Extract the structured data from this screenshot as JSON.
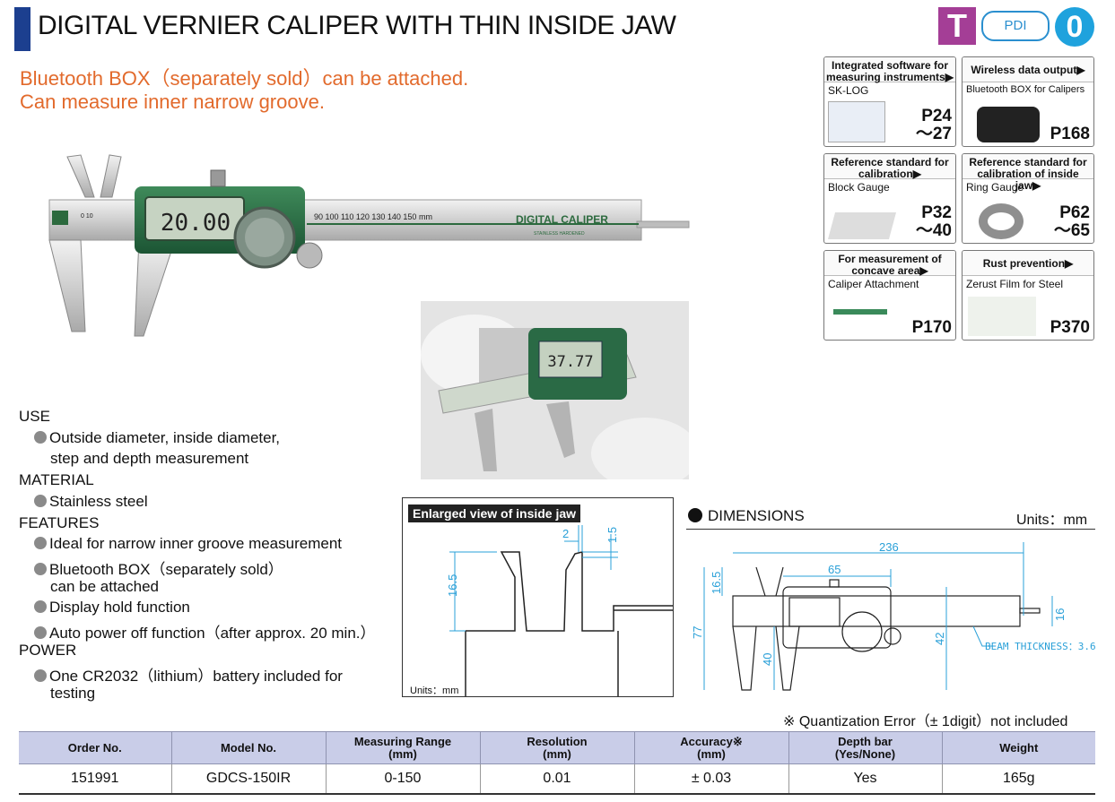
{
  "header": {
    "title": "DIGITAL VERNIER CALIPER WITH THIN INSIDE JAW",
    "tagline_1": "Bluetooth BOX（separately sold）can be attached.",
    "tagline_2": "Can measure inner narrow groove."
  },
  "badges": {
    "t": "T",
    "pdi": "PDI",
    "o": "0"
  },
  "product_photo": {
    "lcd_reading": "20.00",
    "brand_text": "DIGITAL CALIPER",
    "brand_sub": "STAINLESS HARDENED",
    "scale_labels": [
      "0",
      "10",
      "90",
      "100",
      "110",
      "120",
      "130",
      "140",
      "150",
      "mm"
    ]
  },
  "hand_photo": {
    "lcd_reading": "37.77"
  },
  "references": [
    {
      "head": "Integrated software for measuring instruments▶",
      "sub": "SK-LOG",
      "page": "P24\n～27"
    },
    {
      "head": "Wireless data output▶",
      "sub": "Bluetooth BOX for Calipers",
      "page": "P168"
    },
    {
      "head": "Reference standard for calibration▶",
      "sub": "Block Gauge",
      "page": "P32\n～40"
    },
    {
      "head": "Reference standard for calibration of inside jaw▶",
      "sub": "Ring Gauge",
      "page": "P62\n～65"
    },
    {
      "head": "For measurement of concave area▶",
      "sub": "Caliper Attachment",
      "page": "P170"
    },
    {
      "head": "Rust prevention▶",
      "sub": "Zerust Film for Steel",
      "page": "P370"
    }
  ],
  "specs": {
    "use_head": "USE",
    "use_1": "Outside diameter, inside diameter,",
    "use_1b": "step and depth measurement",
    "material_head": "MATERIAL",
    "material_1": "Stainless steel",
    "features_head": "FEATURES",
    "feature_1": "Ideal for narrow inner groove measurement",
    "feature_2": "Bluetooth BOX（separately sold）",
    "feature_2b": "can be attached",
    "feature_3": "Display hold function",
    "feature_4": "Auto power off function（after approx. 20 min.）",
    "power_head": "POWER",
    "power_1": "One CR2032（lithium）battery included for",
    "power_1b": "testing"
  },
  "jaw_view": {
    "label": "Enlarged view of inside jaw",
    "dim_2": "2",
    "dim_1_5": "1.5",
    "dim_16_5": "16.5",
    "units": "Units：mm"
  },
  "dimensions": {
    "heading": "DIMENSIONS",
    "units": "Units：mm",
    "d236": "236",
    "d65": "65",
    "d16_5": "16.5",
    "d77": "77",
    "d40": "40",
    "d42": "42",
    "d16": "16",
    "beam": "BEAM THICKNESS：3.6"
  },
  "quant_note": "※ Quantization Error（± 1digit）not included",
  "table": {
    "headers": [
      "Order No.",
      "Model No.",
      "Measuring Range\n(mm)",
      "Resolution\n(mm)",
      "Accuracy※\n(mm)",
      "Depth bar\n(Yes/None)",
      "Weight"
    ],
    "row": [
      "151991",
      "GDCS-150IR",
      "0-150",
      "0.01",
      "± 0.03",
      "Yes",
      "165g"
    ]
  }
}
